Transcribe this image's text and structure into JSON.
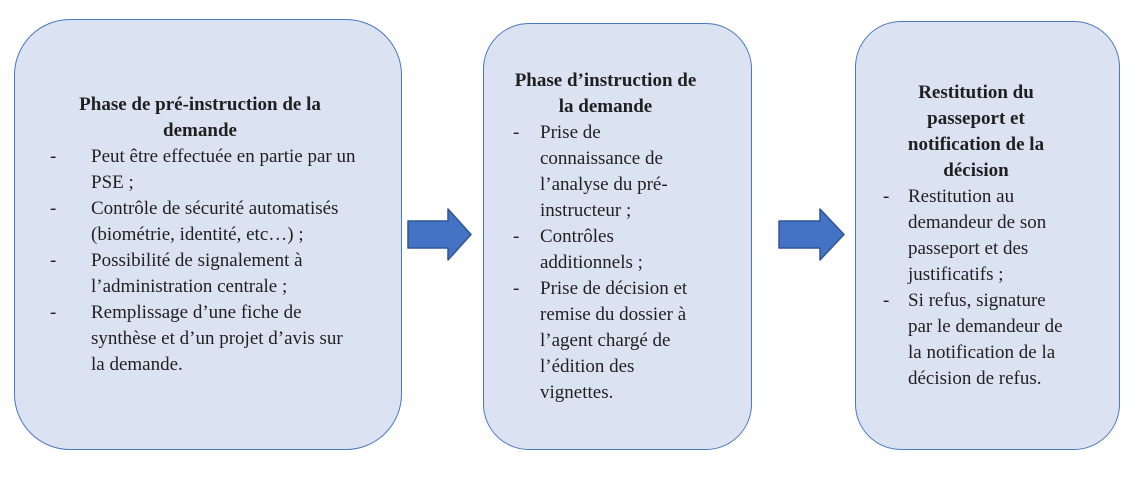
{
  "colors": {
    "background": "#ffffff",
    "box_fill": "#dbe3f3",
    "box_border": "#4a77c0",
    "arrow_fill": "#4472c4",
    "arrow_border": "#2f5597",
    "text": "#1f1f1f"
  },
  "diagram": {
    "bullet_marker": "-",
    "boxes": [
      {
        "title": "Phase de pré-instruction de la demande",
        "bullets": [
          "Peut être effectuée en partie par un PSE ;",
          "Contrôle de sécurité automatisés (biométrie, identité, etc…) ;",
          "Possibilité de signalement à l’administration centrale ;",
          "Remplissage d’une fiche de synthèse et d’un projet d’avis sur la demande."
        ]
      },
      {
        "title": "Phase d’instruction de la demande",
        "bullets": [
          "Prise de connaissance de l’analyse du pré-instructeur ;",
          "Contrôles additionnels ;",
          "Prise de décision et remise du dossier à l’agent chargé de l’édition des vignettes."
        ]
      },
      {
        "title": "Restitution du passeport et notification de la décision",
        "bullets": [
          "Restitution au demandeur de son passeport et des justificatifs ;",
          "Si refus, signature par le demandeur de la notification de la décision de refus."
        ]
      }
    ]
  }
}
